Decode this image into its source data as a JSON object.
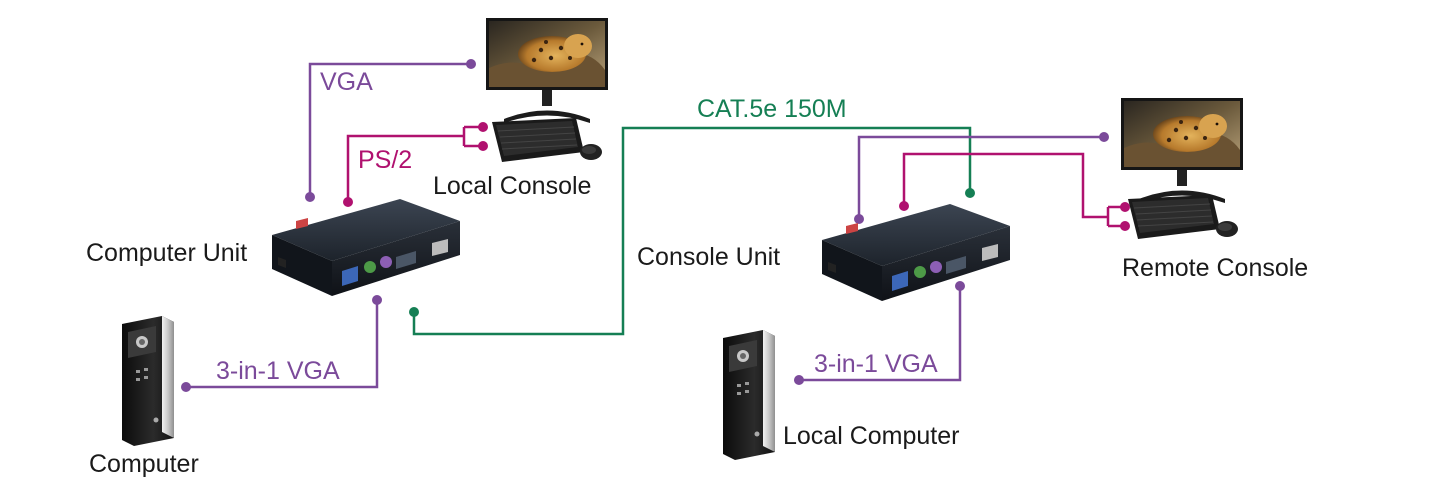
{
  "colors": {
    "vga": "#7b4a9a",
    "ps2": "#b0116f",
    "cat5": "#157f54",
    "text": "#1a1a1a"
  },
  "labels": {
    "vga_cable": "VGA",
    "ps2_cable": "PS/2",
    "local_console": "Local Console",
    "computer_unit": "Computer Unit",
    "cat5_cable": "CAT.5e 150M",
    "console_unit": "Console Unit",
    "remote_console": "Remote Console",
    "three_in_one_left": "3-in-1 VGA",
    "three_in_one_right": "3-in-1 VGA",
    "computer": "Computer",
    "local_computer": "Local Computer"
  },
  "devices": {
    "monitor_icon": "monitor-with-leopard-wallpaper",
    "keyboard_icon": "keyboard-and-mouse",
    "kvm_icon": "kvm-extender-box",
    "pc_icon": "tower-pc"
  }
}
